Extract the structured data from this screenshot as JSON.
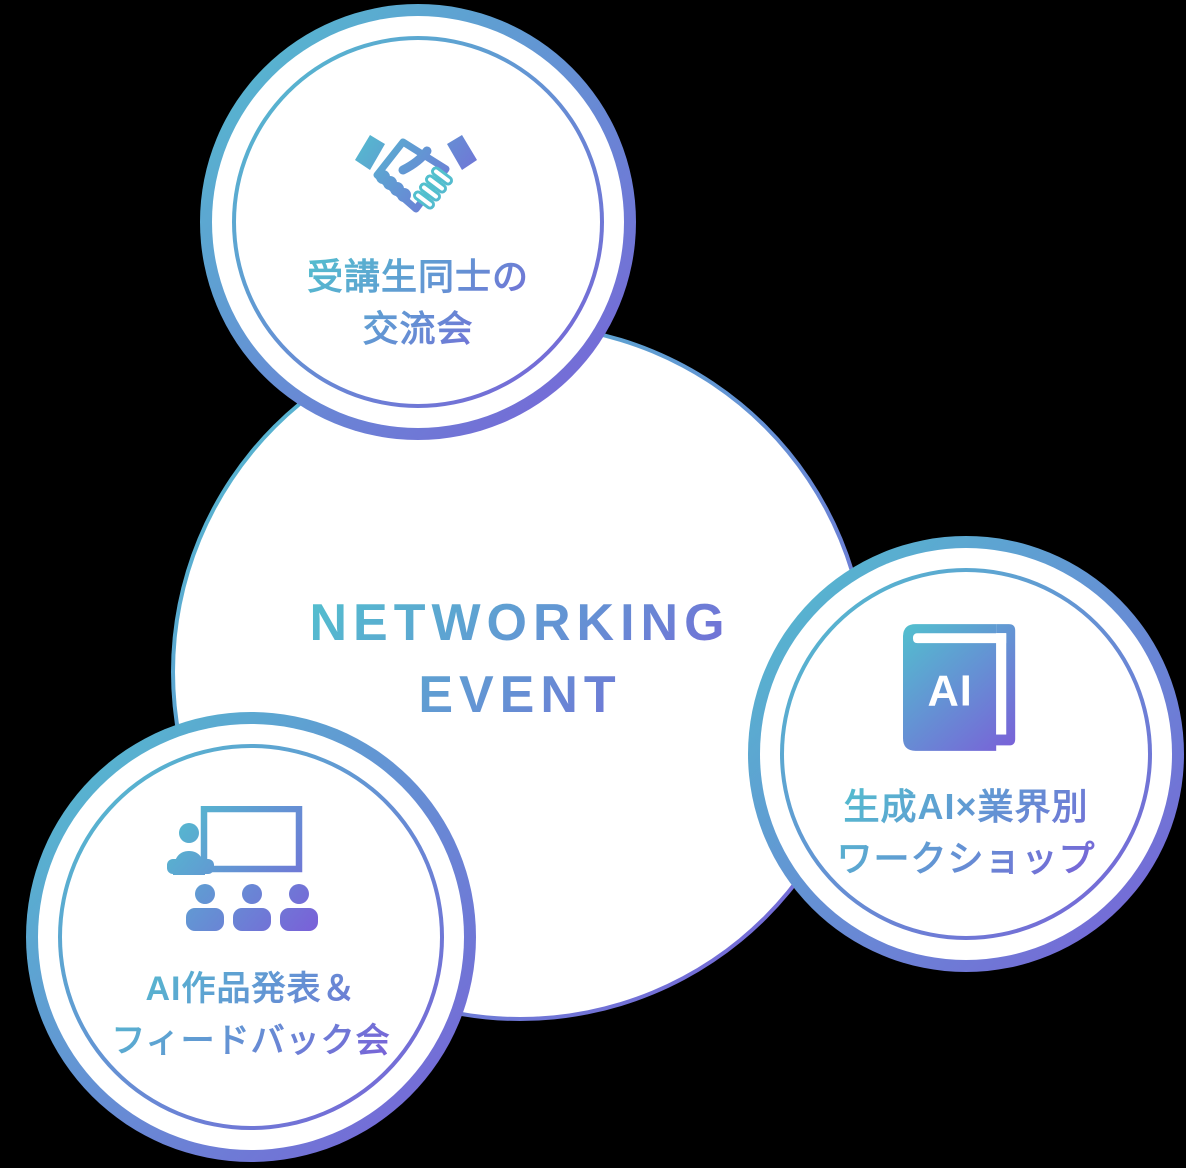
{
  "colors": {
    "background": "#000000",
    "circle_fill": "#FFFFFF",
    "gradient_start": "#52C0CE",
    "gradient_mid": "#6590D4",
    "gradient_end": "#7A5FD8"
  },
  "center": {
    "title_line1": "NETWORKING",
    "title_line2": "EVENT"
  },
  "satellites": [
    {
      "name": "student-exchange",
      "icon": "handshake-icon",
      "label_line1": "受講生同士の",
      "label_line2": "交流会"
    },
    {
      "name": "ai-industry-workshop",
      "icon": "ai-book-icon",
      "book_cover_text": "AI",
      "label_line1": "生成AI×業界別",
      "label_line2": "ワークショップ"
    },
    {
      "name": "ai-works-feedback",
      "icon": "presentation-icon",
      "label_line1": "AI作品発表＆",
      "label_line2": "フィードバック会"
    }
  ]
}
